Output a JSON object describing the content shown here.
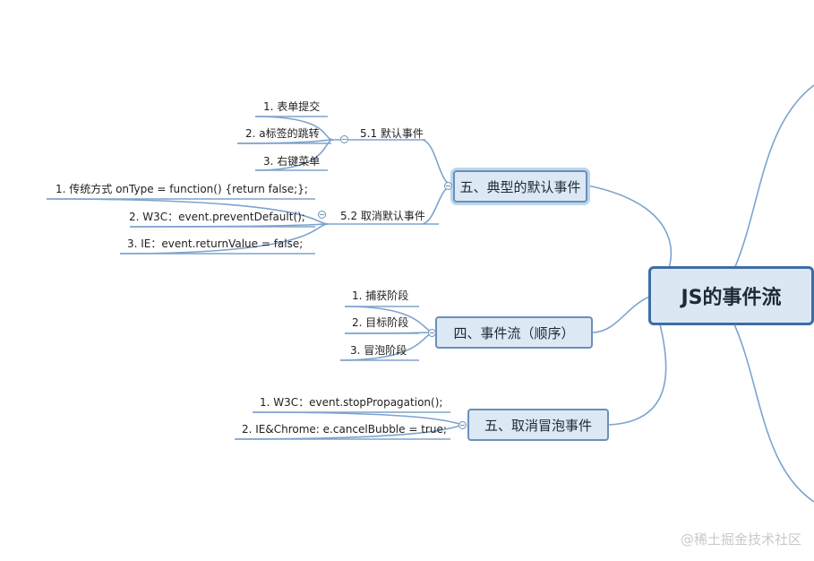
{
  "root": "JS的事件流",
  "branch_default": {
    "label": "五、典型的默认事件",
    "sub1": {
      "label": "5.1 默认事件",
      "items": [
        "1. 表单提交",
        "2. a标签的跳转",
        "3. 右键菜单"
      ]
    },
    "sub2": {
      "label": "5.2 取消默认事件",
      "items": [
        "1. 传统方式 onType = function() {return false;};",
        "2. W3C：event.preventDefault();",
        "3. IE：event.returnValue = false;"
      ]
    }
  },
  "branch_flow": {
    "label": "四、事件流（顺序）",
    "items": [
      "1. 捕获阶段",
      "2. 目标阶段",
      "3. 冒泡阶段"
    ]
  },
  "branch_bubble": {
    "label": "五、取消冒泡事件",
    "items": [
      "1. W3C：event.stopPropagation();",
      "2. IE&Chrome: e.cancelBubble = true;"
    ]
  },
  "watermark": "@稀土掘金技术社区",
  "colors": {
    "line": "#7ea3cc",
    "node_fill": "#dde8f5",
    "node_border": "#6c8fb8",
    "root_border": "#3d6da5"
  }
}
